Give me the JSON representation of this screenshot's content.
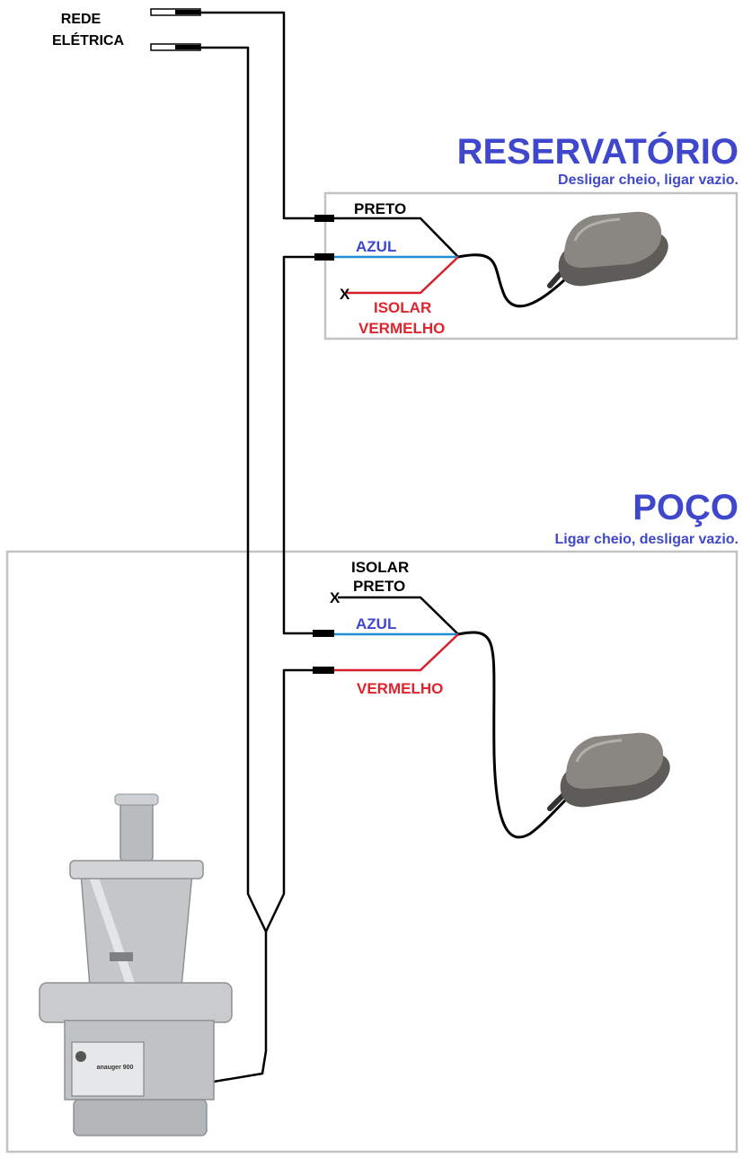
{
  "power": {
    "line1": "REDE",
    "line2": "ELÉTRICA"
  },
  "reservoir": {
    "title": "RESERVATÓRIO",
    "subtitle": "Desligar cheio, ligar vazio.",
    "wires": {
      "black": "PRETO",
      "blue": "AZUL",
      "red_action": "ISOLAR",
      "red": "VERMELHO",
      "cut_mark": "X"
    }
  },
  "well": {
    "title": "POÇO",
    "subtitle": "Ligar cheio, desligar vazio.",
    "wires": {
      "black_action": "ISOLAR",
      "black": "PRETO",
      "blue": "AZUL",
      "red": "VERMELHO",
      "cut_mark": "X"
    }
  },
  "pump": {
    "brand": "anauger 900"
  },
  "colors": {
    "heading": "#3f48cc",
    "blue_wire": "#1f8fd6",
    "red_wire": "#d6202a",
    "red_text": "#e0242c",
    "black_wire": "#000000",
    "frame": "#c3c3c3"
  }
}
